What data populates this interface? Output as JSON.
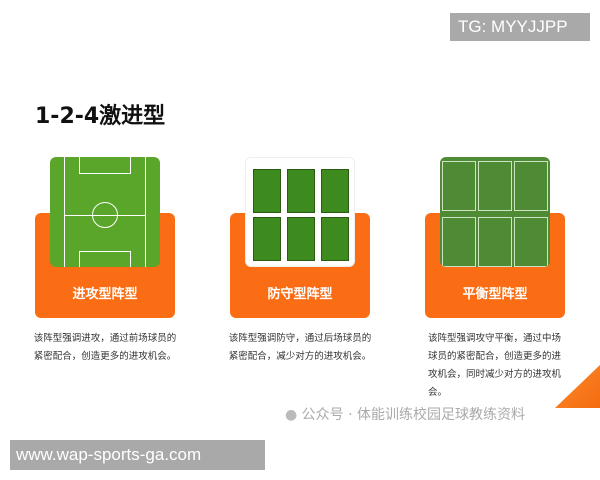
{
  "badge": "TG: MYYJJPP",
  "heading": "1-2-4激进型",
  "cards": [
    {
      "title": "进攻型阵型",
      "desc": "该阵型强调进攻，通过前场球员的紧密配合，创造更多的进攻机会。"
    },
    {
      "title": "防守型阵型",
      "desc": "该阵型强调防守，通过后场球员的紧密配合，减少对方的进攻机会。"
    },
    {
      "title": "平衡型阵型",
      "desc": "该阵型强调攻守平衡，通过中场球员的紧密配合，创造更多的进攻机会，同时减少对方的进攻机会。"
    }
  ],
  "watermark": "公众号 · 体能训练校园足球教练资料",
  "footer": "www.wap-sports-ga.com",
  "colors": {
    "orange": "#fb6d14",
    "pitch": "#5aa62a"
  }
}
